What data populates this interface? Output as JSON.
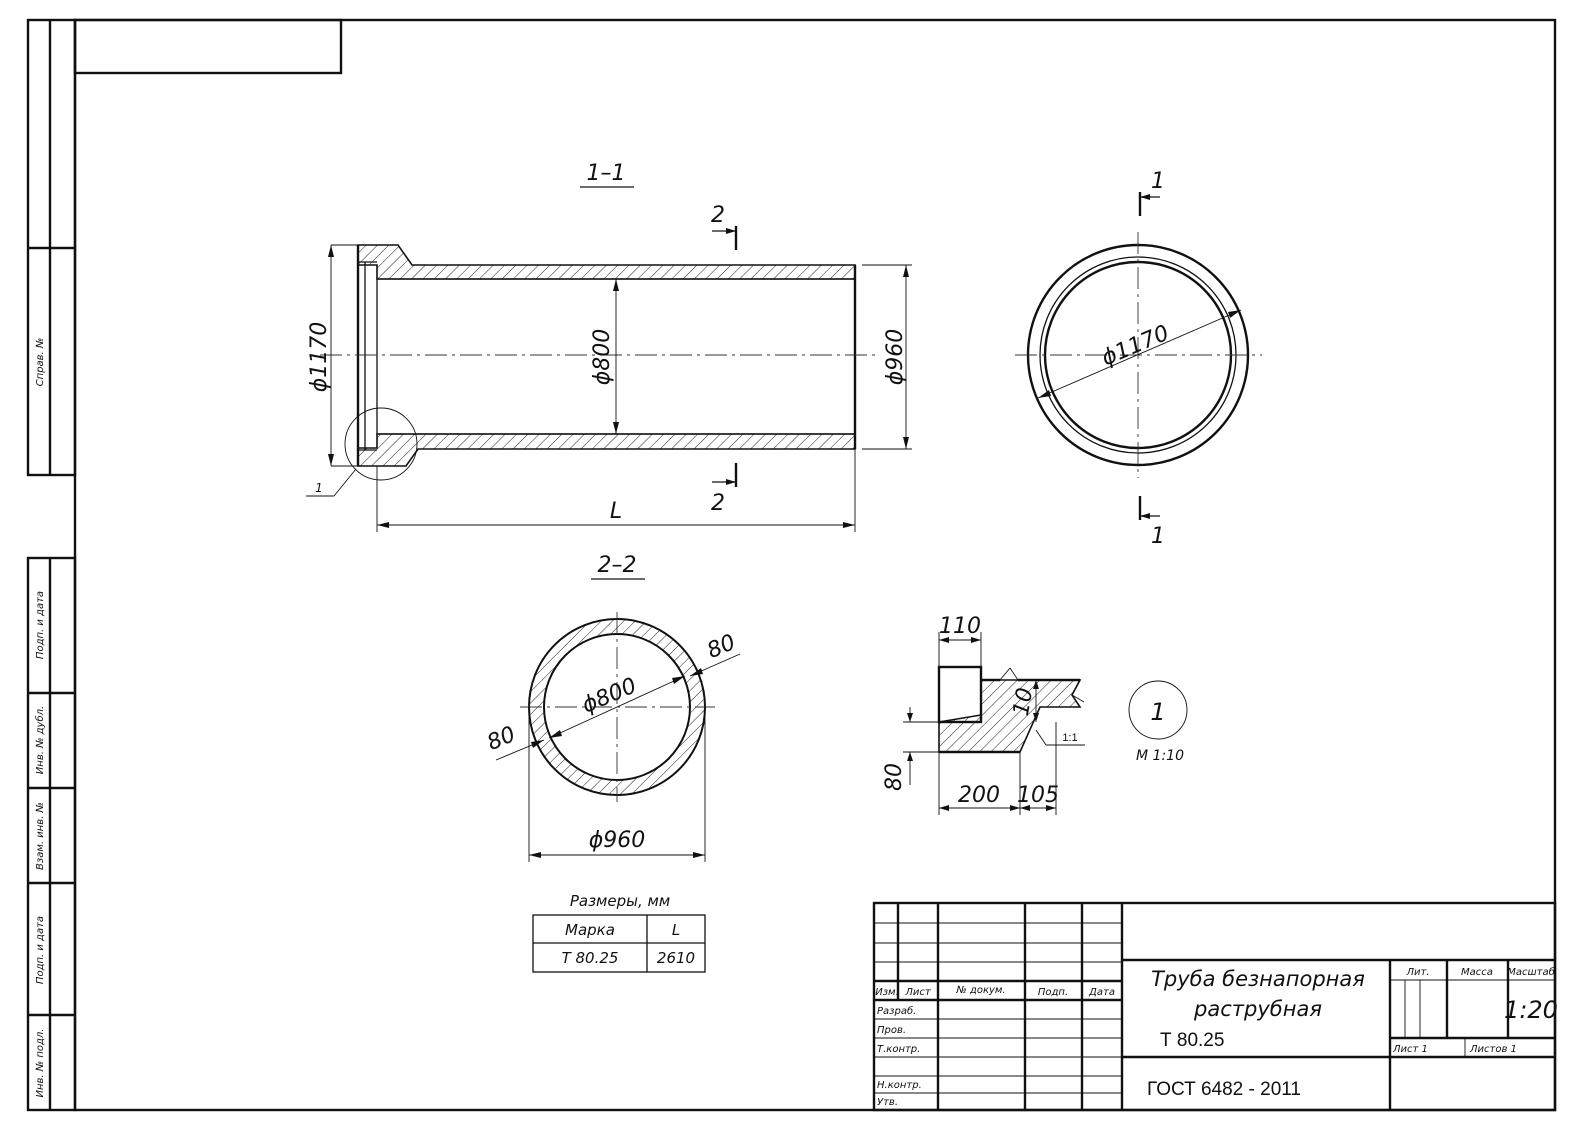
{
  "frame": {
    "side_labels": [
      "Справ. №",
      "Подп. и дата",
      "Инв. № дубл.",
      "Взам. инв. №",
      "Подп. и дата",
      "Инв. № подл."
    ]
  },
  "section_1": {
    "title": "1–1",
    "cut_mark": "2",
    "dim_outer": "ϕ1170",
    "dim_inner": "ϕ800",
    "dim_spigot": "ϕ960",
    "dim_length": "L",
    "callout": "1"
  },
  "end_view": {
    "cut_mark": "1",
    "dim_diameter": "ϕ1170"
  },
  "section_2": {
    "title": "2–2",
    "dim_inner": "ϕ800",
    "dim_wall_right": "80",
    "dim_wall_left": "80",
    "dim_outer": "ϕ960"
  },
  "detail": {
    "dim_top": "110",
    "dim_slope": "10",
    "dim_taper": "1:1",
    "dim_height": "80",
    "dim_base": "200",
    "dim_end": "105",
    "id": "1",
    "scale": "М 1:10"
  },
  "size_table": {
    "caption": "Размеры, мм",
    "headers": [
      "Марка",
      "L"
    ],
    "rows": [
      [
        "Т 80.25",
        "2610"
      ]
    ]
  },
  "title_block": {
    "col_headers": [
      "Изм.",
      "Лист",
      "№ докум.",
      "Подп.",
      "Дата"
    ],
    "row_labels": [
      "Разраб.",
      "Пров.",
      "Т.контр.",
      "",
      "Н.контр.",
      "Утв."
    ],
    "name_line1": "Труба безнапорная",
    "name_line2": "раструбная",
    "designation": "Т 80.25",
    "standard": "ГОСТ 6482 - 2011",
    "lit_label": "Лит.",
    "mass_label": "Масса",
    "scale_label": "Масштаб",
    "scale_value": "1:20",
    "sheet_label": "Лист 1",
    "sheets_label": "Листов 1"
  }
}
